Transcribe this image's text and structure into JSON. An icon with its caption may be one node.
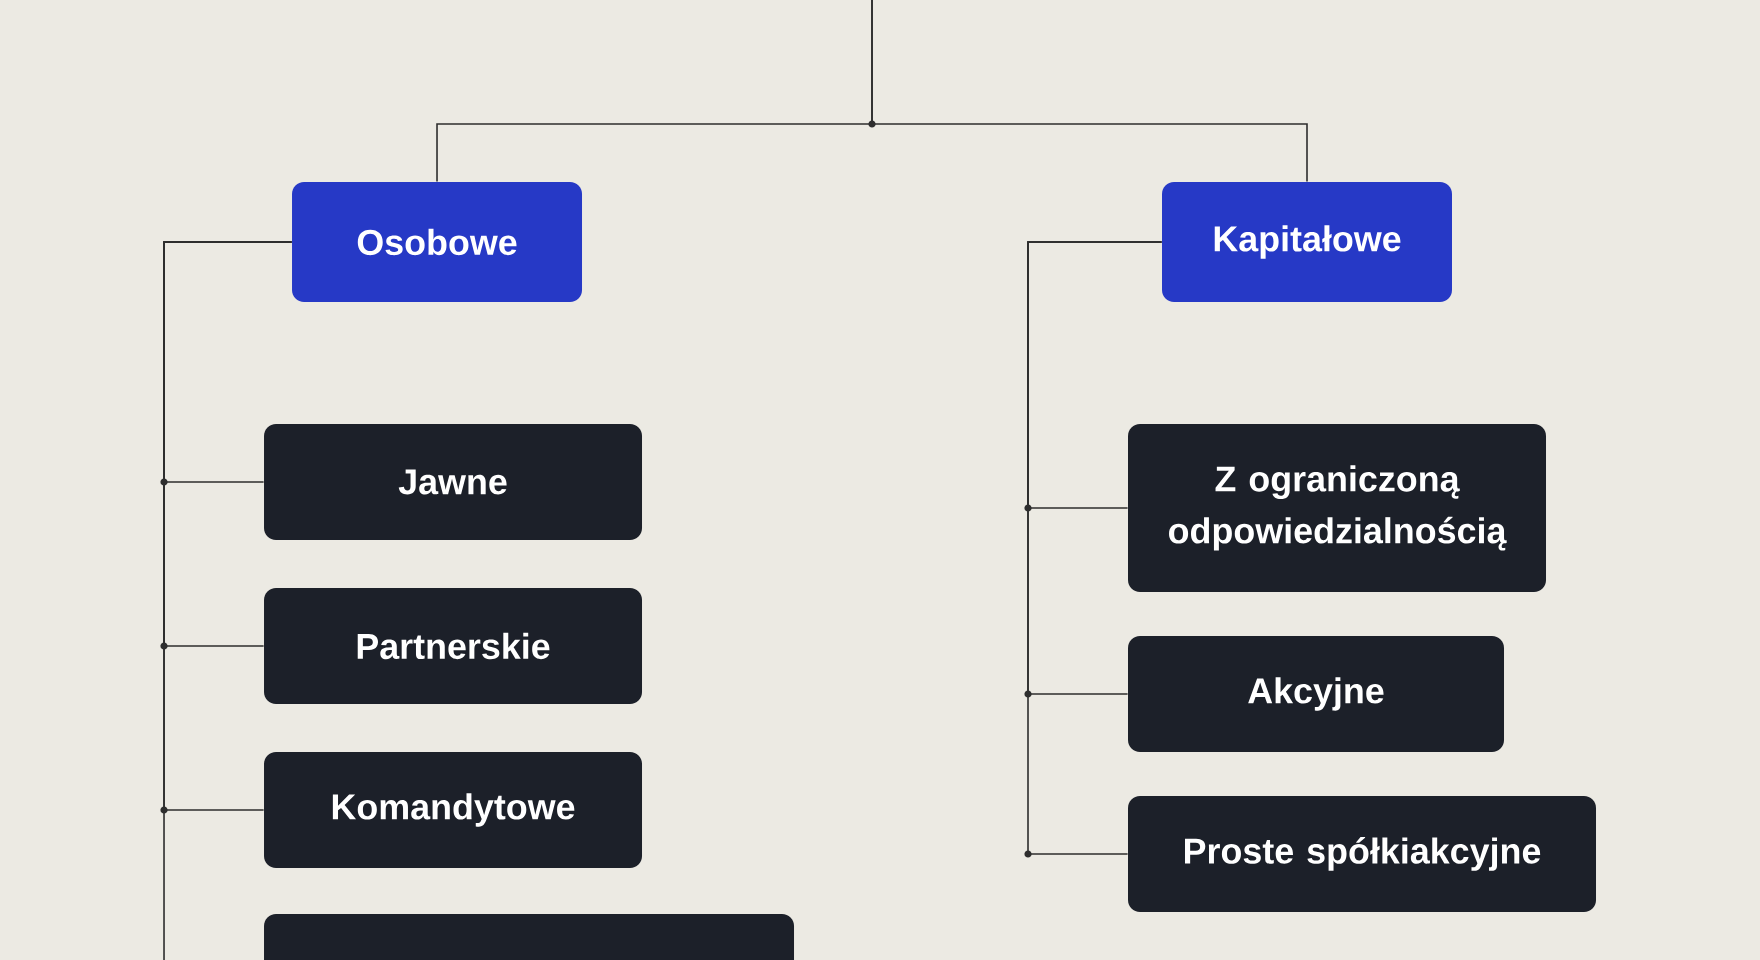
{
  "diagram": {
    "nodes": [
      {
        "text": [
          "Osobowe"
        ]
      },
      {
        "text": [
          "Kapitałowe"
        ]
      },
      {
        "text": [
          "Jawne"
        ]
      },
      {
        "text": [
          "Partnerskie"
        ]
      },
      {
        "text": [
          "Komandytowe"
        ]
      },
      {
        "text": [],
        "shape": "box"
      },
      {
        "text": [
          "Z ograniczoną odpowiedzialnością"
        ]
      },
      {
        "text": [
          "Akcyjne"
        ]
      },
      {
        "text": [
          "Proste spółkiakcyjne"
        ]
      }
    ],
    "edges": [
      {
        "from": null,
        "to": 0,
        "arrow": "none"
      },
      {
        "from": null,
        "to": 1,
        "arrow": "none"
      },
      {
        "from": 0,
        "to": 2,
        "arrow": "none"
      },
      {
        "from": 0,
        "to": 3,
        "arrow": "none"
      },
      {
        "from": 0,
        "to": 4,
        "arrow": "none"
      },
      {
        "from": 0,
        "to": 5,
        "arrow": "none"
      },
      {
        "from": 1,
        "to": 6,
        "arrow": "none"
      },
      {
        "from": 1,
        "to": 7,
        "arrow": "none"
      },
      {
        "from": 1,
        "to": 8,
        "arrow": "none"
      }
    ]
  }
}
